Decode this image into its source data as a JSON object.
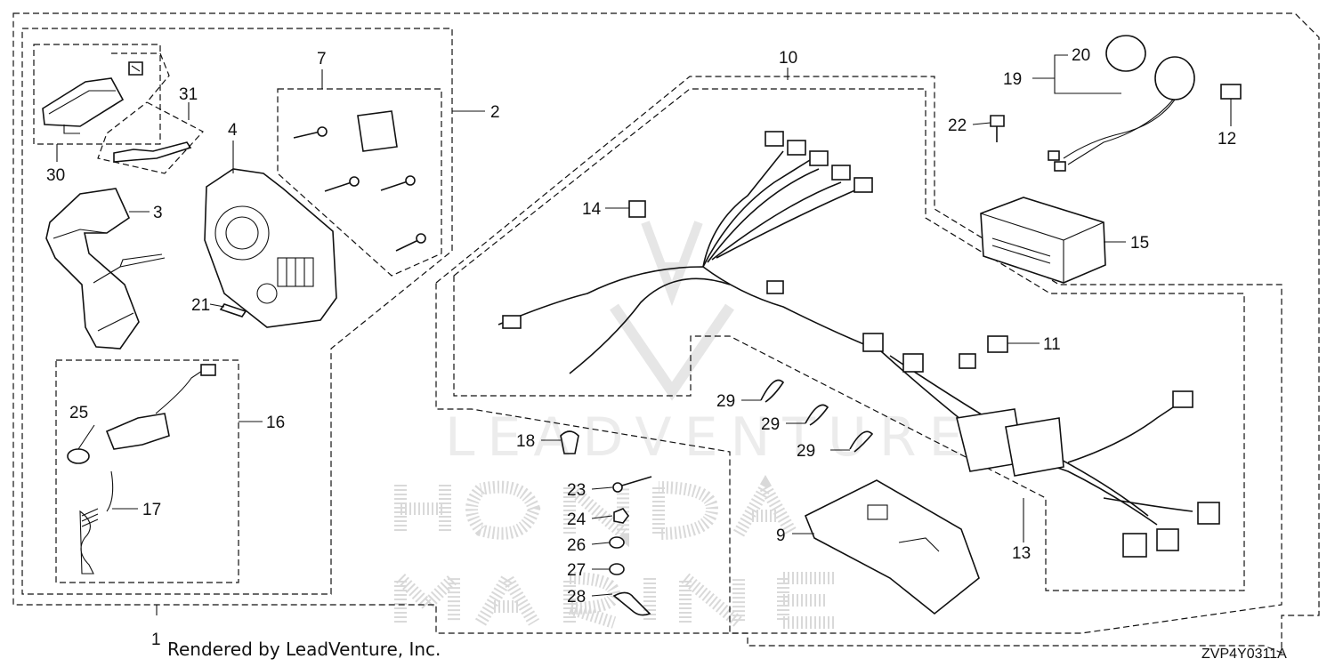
{
  "diagram": {
    "part_numbers": [
      "1",
      "2",
      "3",
      "4",
      "7",
      "9",
      "10",
      "11",
      "12",
      "13",
      "14",
      "15",
      "16",
      "17",
      "18",
      "19",
      "20",
      "21",
      "22",
      "23",
      "24",
      "25",
      "26",
      "27",
      "28",
      "29",
      "29",
      "29",
      "30",
      "31"
    ],
    "watermark": {
      "brand": "LEADVENTURE",
      "text_line_1": "HONDA",
      "text_line_2": "MARINE"
    },
    "footer": {
      "credit": "Rendered by LeadVenture, Inc.",
      "diagram_code": "ZVP4Y0311A"
    }
  }
}
